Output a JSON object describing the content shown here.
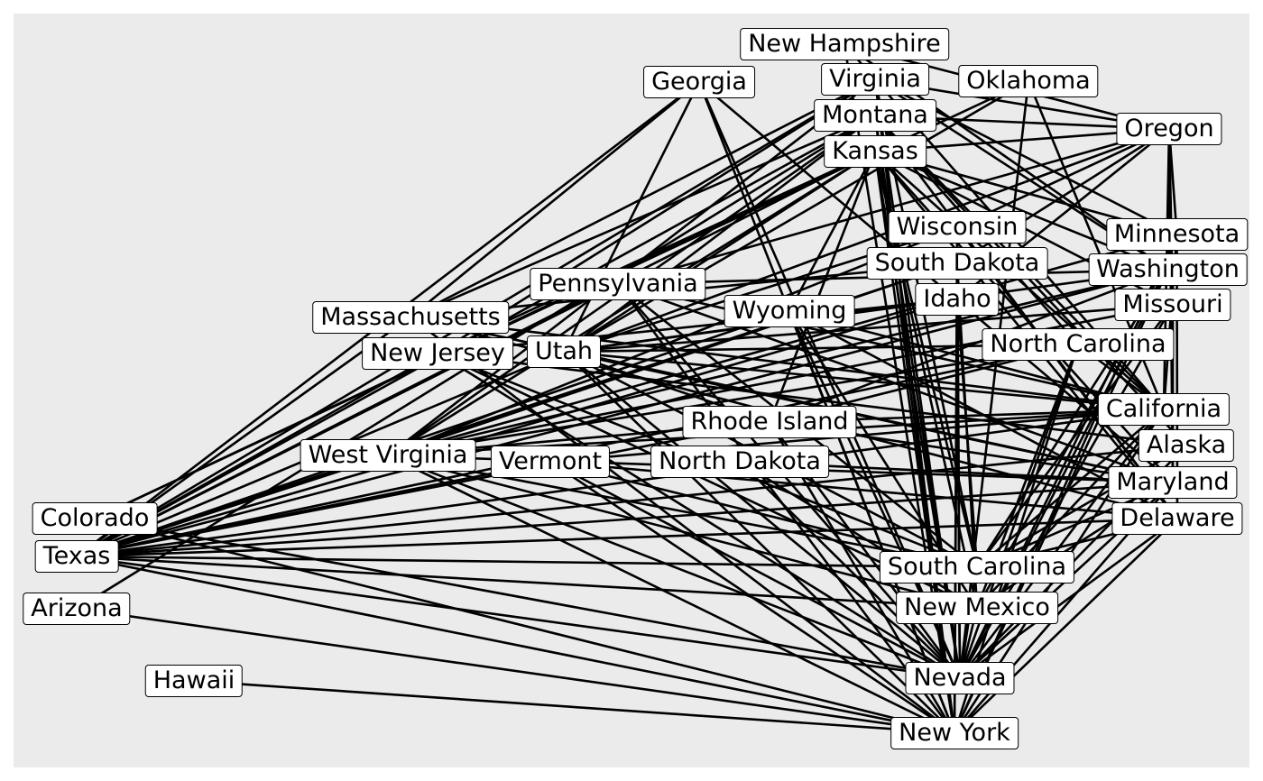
{
  "graph": {
    "title": "",
    "colors": {
      "panel_background": "#ebebeb",
      "edge": "#000000",
      "label_fill": "#ffffff",
      "label_border": "#000000"
    },
    "nodes": [
      {
        "id": "colorado",
        "label": "Colorado"
      },
      {
        "id": "texas",
        "label": "Texas"
      },
      {
        "id": "new-hampshire",
        "label": "New Hampshire"
      },
      {
        "id": "georgia",
        "label": "Georgia"
      },
      {
        "id": "virginia",
        "label": "Virginia"
      },
      {
        "id": "oklahoma",
        "label": "Oklahoma"
      },
      {
        "id": "montana",
        "label": "Montana"
      },
      {
        "id": "kansas",
        "label": "Kansas"
      },
      {
        "id": "oregon",
        "label": "Oregon"
      },
      {
        "id": "wisconsin",
        "label": "Wisconsin"
      },
      {
        "id": "south-dakota",
        "label": "South Dakota"
      },
      {
        "id": "idaho",
        "label": "Idaho"
      },
      {
        "id": "minnesota",
        "label": "Minnesota"
      },
      {
        "id": "washington",
        "label": "Washington"
      },
      {
        "id": "missouri",
        "label": "Missouri"
      },
      {
        "id": "pennsylvania",
        "label": "Pennsylvania"
      },
      {
        "id": "wyoming",
        "label": "Wyoming"
      },
      {
        "id": "north-carolina",
        "label": "North Carolina"
      },
      {
        "id": "massachusetts",
        "label": "Massachusetts"
      },
      {
        "id": "new-jersey",
        "label": "New Jersey"
      },
      {
        "id": "utah",
        "label": "Utah"
      },
      {
        "id": "rhode-island",
        "label": "Rhode Island"
      },
      {
        "id": "california",
        "label": "California"
      },
      {
        "id": "alaska",
        "label": "Alaska"
      },
      {
        "id": "north-dakota",
        "label": "North Dakota"
      },
      {
        "id": "vermont",
        "label": "Vermont"
      },
      {
        "id": "west-virginia",
        "label": "West Virginia"
      },
      {
        "id": "maryland",
        "label": "Maryland"
      },
      {
        "id": "delaware",
        "label": "Delaware"
      },
      {
        "id": "south-carolina",
        "label": "South Carolina"
      },
      {
        "id": "new-mexico",
        "label": "New Mexico"
      },
      {
        "id": "arizona",
        "label": "Arizona"
      },
      {
        "id": "hawaii",
        "label": "Hawaii"
      },
      {
        "id": "nevada",
        "label": "Nevada"
      },
      {
        "id": "new-york",
        "label": "New York"
      }
    ],
    "edges": [
      [
        "texas",
        "georgia"
      ],
      [
        "texas",
        "virginia"
      ],
      [
        "texas",
        "montana"
      ],
      [
        "texas",
        "kansas"
      ],
      [
        "texas",
        "wyoming"
      ],
      [
        "texas",
        "utah"
      ],
      [
        "texas",
        "new-jersey"
      ],
      [
        "texas",
        "massachusetts"
      ],
      [
        "texas",
        "pennsylvania"
      ],
      [
        "texas",
        "west-virginia"
      ],
      [
        "texas",
        "vermont"
      ],
      [
        "texas",
        "rhode-island"
      ],
      [
        "texas",
        "north-carolina"
      ],
      [
        "texas",
        "california"
      ],
      [
        "texas",
        "alaska"
      ],
      [
        "texas",
        "maryland"
      ],
      [
        "texas",
        "delaware"
      ],
      [
        "texas",
        "south-carolina"
      ],
      [
        "texas",
        "new-mexico"
      ],
      [
        "texas",
        "nevada"
      ],
      [
        "texas",
        "new-york"
      ],
      [
        "texas",
        "idaho"
      ],
      [
        "texas",
        "south-dakota"
      ],
      [
        "texas",
        "washington"
      ],
      [
        "colorado",
        "kansas"
      ],
      [
        "colorado",
        "nevada"
      ],
      [
        "colorado",
        "new-york"
      ],
      [
        "colorado",
        "oklahoma"
      ],
      [
        "oregon",
        "virginia"
      ],
      [
        "oregon",
        "montana"
      ],
      [
        "oregon",
        "kansas"
      ],
      [
        "oregon",
        "new-hampshire"
      ],
      [
        "oregon",
        "wisconsin"
      ],
      [
        "oregon",
        "pennsylvania"
      ],
      [
        "oregon",
        "idaho"
      ],
      [
        "oregon",
        "minnesota"
      ],
      [
        "oregon",
        "missouri"
      ],
      [
        "oregon",
        "washington"
      ],
      [
        "oregon",
        "california"
      ],
      [
        "oregon",
        "maryland"
      ],
      [
        "oregon",
        "utah"
      ],
      [
        "oregon",
        "south-dakota"
      ],
      [
        "kansas",
        "nevada"
      ],
      [
        "kansas",
        "new-york"
      ],
      [
        "kansas",
        "new-mexico"
      ],
      [
        "kansas",
        "south-carolina"
      ],
      [
        "kansas",
        "maryland"
      ],
      [
        "kansas",
        "california"
      ],
      [
        "kansas",
        "washington"
      ],
      [
        "kansas",
        "missouri"
      ],
      [
        "kansas",
        "minnesota"
      ],
      [
        "kansas",
        "utah"
      ],
      [
        "kansas",
        "west-virginia"
      ],
      [
        "kansas",
        "new-jersey"
      ],
      [
        "kansas",
        "wyoming"
      ],
      [
        "kansas",
        "rhode-island"
      ],
      [
        "kansas",
        "delaware"
      ],
      [
        "montana",
        "nevada"
      ],
      [
        "montana",
        "new-york"
      ],
      [
        "montana",
        "massachusetts"
      ],
      [
        "montana",
        "utah"
      ],
      [
        "montana",
        "west-virginia"
      ],
      [
        "montana",
        "north-carolina"
      ],
      [
        "montana",
        "california"
      ],
      [
        "montana",
        "alaska"
      ],
      [
        "montana",
        "delaware"
      ],
      [
        "montana",
        "arizona"
      ],
      [
        "virginia",
        "new-jersey"
      ],
      [
        "virginia",
        "massachusetts"
      ],
      [
        "virginia",
        "west-virginia"
      ],
      [
        "virginia",
        "nevada"
      ],
      [
        "virginia",
        "new-york"
      ],
      [
        "virginia",
        "washington"
      ],
      [
        "virginia",
        "minnesota"
      ],
      [
        "virginia",
        "south-carolina"
      ],
      [
        "georgia",
        "utah"
      ],
      [
        "georgia",
        "massachusetts"
      ],
      [
        "georgia",
        "new-york"
      ],
      [
        "georgia",
        "nevada"
      ],
      [
        "georgia",
        "maryland"
      ],
      [
        "new-hampshire",
        "new-york"
      ],
      [
        "new-hampshire",
        "washington"
      ],
      [
        "new-hampshire",
        "california"
      ],
      [
        "wisconsin",
        "nevada"
      ],
      [
        "wisconsin",
        "new-york"
      ],
      [
        "wisconsin",
        "west-virginia"
      ],
      [
        "wisconsin",
        "utah"
      ],
      [
        "wisconsin",
        "delaware"
      ],
      [
        "south-dakota",
        "nevada"
      ],
      [
        "south-dakota",
        "new-mexico"
      ],
      [
        "south-dakota",
        "massachusetts"
      ],
      [
        "south-dakota",
        "west-virginia"
      ],
      [
        "idaho",
        "nevada"
      ],
      [
        "idaho",
        "new-york"
      ],
      [
        "idaho",
        "utah"
      ],
      [
        "idaho",
        "new-jersey"
      ],
      [
        "idaho",
        "south-carolina"
      ],
      [
        "pennsylvania",
        "nevada"
      ],
      [
        "pennsylvania",
        "new-york"
      ],
      [
        "pennsylvania",
        "south-carolina"
      ],
      [
        "pennsylvania",
        "california"
      ],
      [
        "pennsylvania",
        "washington"
      ],
      [
        "pennsylvania",
        "maryland"
      ],
      [
        "wyoming",
        "nevada"
      ],
      [
        "wyoming",
        "new-york"
      ],
      [
        "wyoming",
        "new-mexico"
      ],
      [
        "wyoming",
        "california"
      ],
      [
        "wyoming",
        "delaware"
      ],
      [
        "utah",
        "nevada"
      ],
      [
        "utah",
        "new-york"
      ],
      [
        "utah",
        "south-carolina"
      ],
      [
        "utah",
        "north-carolina"
      ],
      [
        "utah",
        "california"
      ],
      [
        "utah",
        "maryland"
      ],
      [
        "utah",
        "washington"
      ],
      [
        "utah",
        "missouri"
      ],
      [
        "utah",
        "rhode-island"
      ],
      [
        "new-jersey",
        "nevada"
      ],
      [
        "new-jersey",
        "new-mexico"
      ],
      [
        "new-jersey",
        "south-carolina"
      ],
      [
        "new-jersey",
        "alaska"
      ],
      [
        "massachusetts",
        "new-york"
      ],
      [
        "massachusetts",
        "california"
      ],
      [
        "massachusetts",
        "maryland"
      ],
      [
        "massachusetts",
        "delaware"
      ],
      [
        "west-virginia",
        "nevada"
      ],
      [
        "west-virginia",
        "new-york"
      ],
      [
        "west-virginia",
        "south-carolina"
      ],
      [
        "west-virginia",
        "new-mexico"
      ],
      [
        "west-virginia",
        "north-carolina"
      ],
      [
        "west-virginia",
        "california"
      ],
      [
        "west-virginia",
        "washington"
      ],
      [
        "west-virginia",
        "minnesota"
      ],
      [
        "west-virginia",
        "missouri"
      ],
      [
        "west-virginia",
        "maryland"
      ],
      [
        "west-virginia",
        "rhode-island"
      ],
      [
        "vermont",
        "nevada"
      ],
      [
        "vermont",
        "new-york"
      ],
      [
        "vermont",
        "south-carolina"
      ],
      [
        "vermont",
        "california"
      ],
      [
        "vermont",
        "delaware"
      ],
      [
        "north-dakota",
        "nevada"
      ],
      [
        "north-dakota",
        "new-mexico"
      ],
      [
        "north-dakota",
        "maryland"
      ],
      [
        "rhode-island",
        "nevada"
      ],
      [
        "rhode-island",
        "new-york"
      ],
      [
        "rhode-island",
        "california"
      ],
      [
        "rhode-island",
        "maryland"
      ],
      [
        "rhode-island",
        "north-carolina"
      ],
      [
        "rhode-island",
        "washington"
      ],
      [
        "north-carolina",
        "nevada"
      ],
      [
        "north-carolina",
        "new-york"
      ],
      [
        "north-carolina",
        "new-mexico"
      ],
      [
        "north-carolina",
        "california"
      ],
      [
        "california",
        "nevada"
      ],
      [
        "california",
        "new-york"
      ],
      [
        "california",
        "south-carolina"
      ],
      [
        "california",
        "new-mexico"
      ],
      [
        "alaska",
        "nevada"
      ],
      [
        "alaska",
        "south-carolina"
      ],
      [
        "maryland",
        "nevada"
      ],
      [
        "maryland",
        "new-york"
      ],
      [
        "maryland",
        "new-mexico"
      ],
      [
        "maryland",
        "south-carolina"
      ],
      [
        "delaware",
        "nevada"
      ],
      [
        "delaware",
        "new-york"
      ],
      [
        "delaware",
        "south-carolina"
      ],
      [
        "missouri",
        "nevada"
      ],
      [
        "missouri",
        "south-carolina"
      ],
      [
        "missouri",
        "maryland"
      ],
      [
        "minnesota",
        "nevada"
      ],
      [
        "minnesota",
        "new-york"
      ],
      [
        "minnesota",
        "california"
      ],
      [
        "minnesota",
        "delaware"
      ],
      [
        "washington",
        "nevada"
      ],
      [
        "washington",
        "new-york"
      ],
      [
        "washington",
        "south-carolina"
      ],
      [
        "washington",
        "new-mexico"
      ],
      [
        "south-carolina",
        "nevada"
      ],
      [
        "new-mexico",
        "nevada"
      ],
      [
        "arizona",
        "new-york"
      ],
      [
        "hawaii",
        "new-york"
      ],
      [
        "oklahoma",
        "nevada"
      ],
      [
        "oklahoma",
        "utah"
      ],
      [
        "oklahoma",
        "california"
      ]
    ]
  }
}
